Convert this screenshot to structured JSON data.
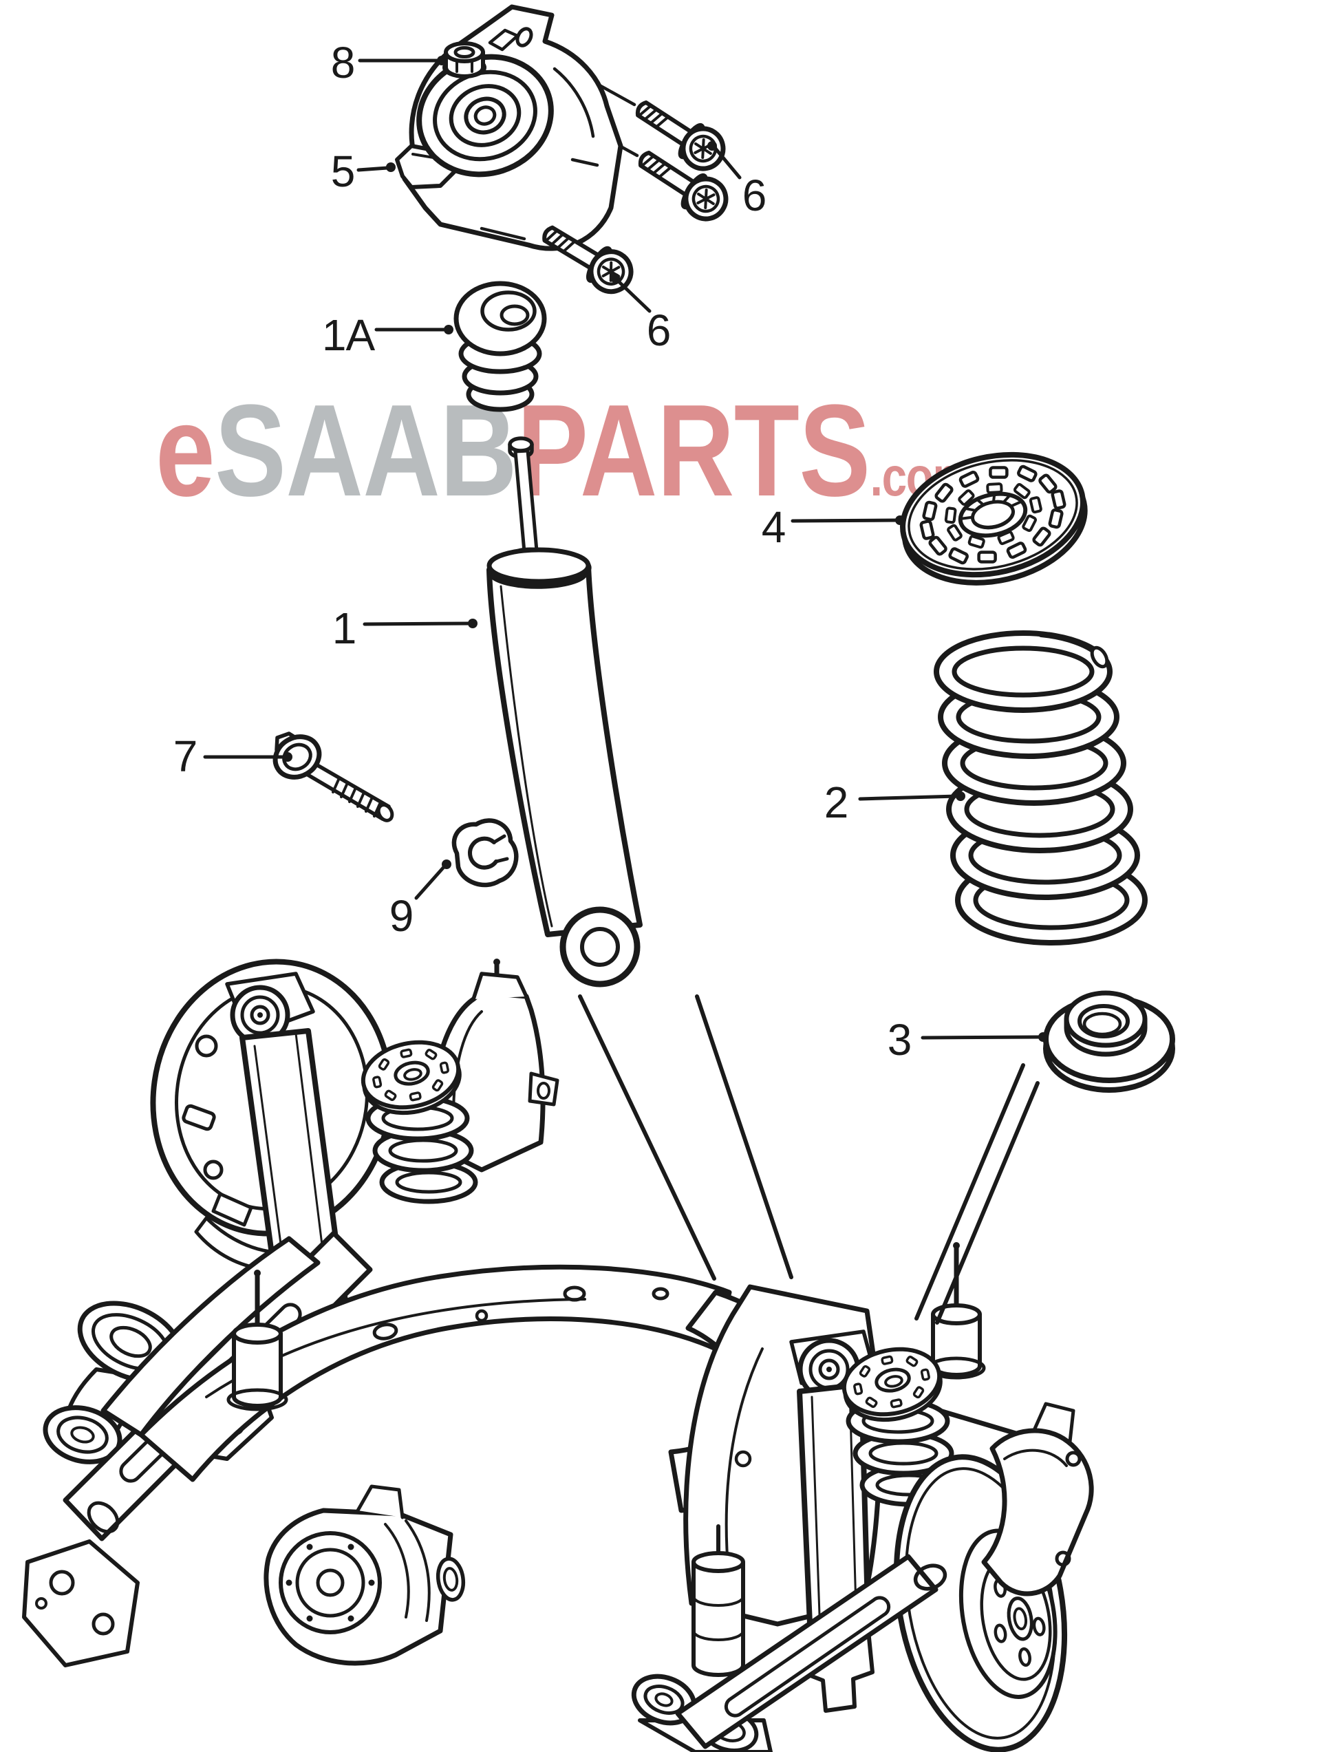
{
  "colors": {
    "background": "#ffffff",
    "line": "#1a1a1a",
    "watermark_accent": "#dd8f8f",
    "watermark_gray": "#b8bcbe"
  },
  "watermark": {
    "e": "e",
    "saab": "SAAB",
    "parts": "PARTS",
    "tld": ".com"
  },
  "callouts": [
    {
      "label": "8"
    },
    {
      "label": "5"
    },
    {
      "label": "6"
    },
    {
      "label": "6"
    },
    {
      "label": "1A"
    },
    {
      "label": "4"
    },
    {
      "label": "1"
    },
    {
      "label": "7"
    },
    {
      "label": "2"
    },
    {
      "label": "9"
    },
    {
      "label": "3"
    }
  ]
}
